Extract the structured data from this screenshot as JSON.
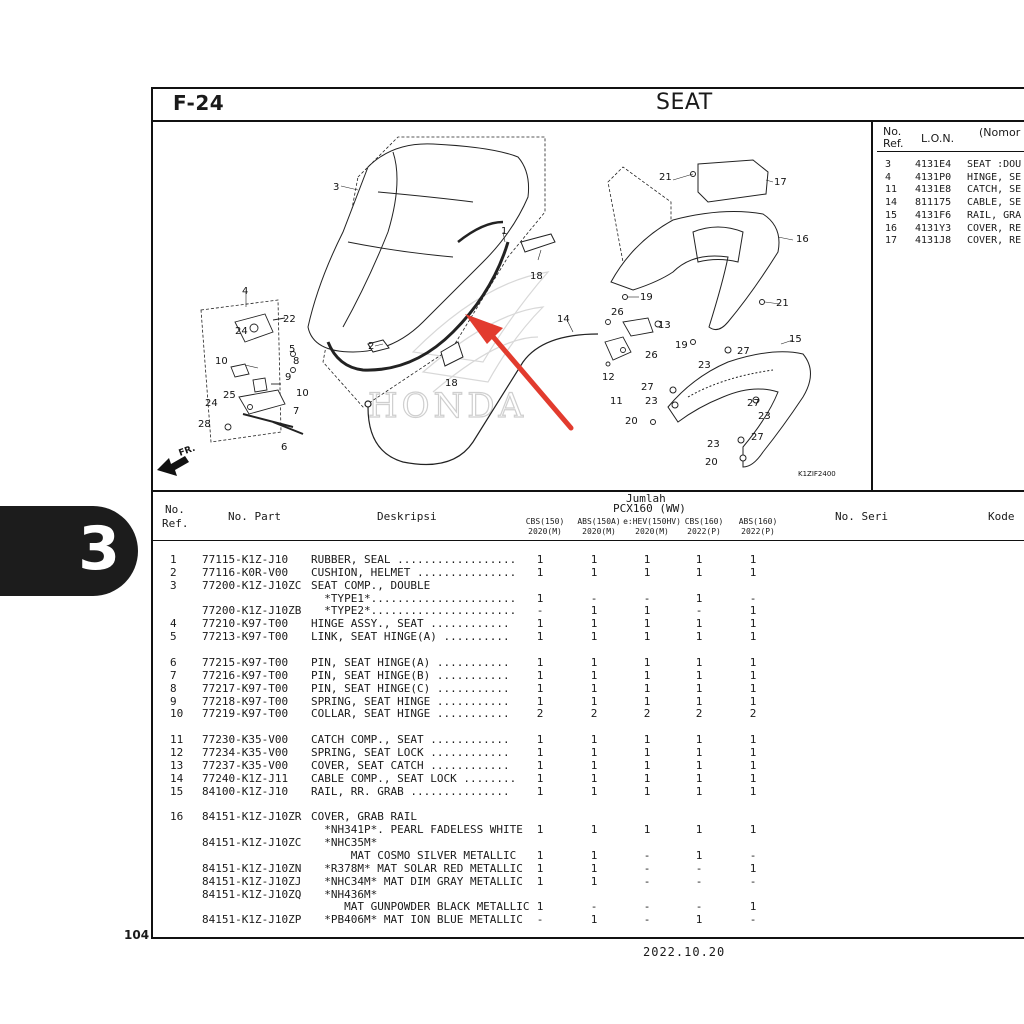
{
  "header": {
    "figure_code": "F-24",
    "title": "SEAT"
  },
  "section_tab": "3",
  "page_number": "104",
  "print_date": "2022.10.20",
  "diagram": {
    "code": "K1ZIF2400",
    "front_label": "FR.",
    "watermark": "HONDA",
    "arrow_color": "#e23b2e",
    "callouts": [
      "1",
      "2",
      "3",
      "4",
      "5",
      "6",
      "7",
      "8",
      "9",
      "10",
      "10",
      "11",
      "12",
      "13",
      "14",
      "15",
      "16",
      "17",
      "18",
      "18",
      "19",
      "19",
      "20",
      "20",
      "21",
      "21",
      "22",
      "23",
      "23",
      "23",
      "23",
      "24",
      "24",
      "25",
      "26",
      "26",
      "27",
      "27",
      "27",
      "27",
      "28"
    ]
  },
  "ref_panel": {
    "headers": {
      "no_ref": "No.\nRef.",
      "lon": "L.O.N.",
      "nomor": "(Nomor"
    },
    "rows": [
      {
        "ref": "3",
        "lon": "4131E4",
        "desc": "SEAT :DOU"
      },
      {
        "ref": "4",
        "lon": "4131P0",
        "desc": "HINGE, SE"
      },
      {
        "ref": "11",
        "lon": "4131E8",
        "desc": "CATCH, SE"
      },
      {
        "ref": "14",
        "lon": "811175",
        "desc": "CABLE, SE"
      },
      {
        "ref": "15",
        "lon": "4131F6",
        "desc": "RAIL, GRA"
      },
      {
        "ref": "16",
        "lon": "4131Y3",
        "desc": "COVER, RE"
      },
      {
        "ref": "17",
        "lon": "4131J8",
        "desc": "COVER, RE"
      }
    ]
  },
  "table": {
    "headers": {
      "no_ref_1": "No.",
      "no_ref_2": "Ref.",
      "part": "No. Part",
      "desc": "Deskripsi",
      "jumlah": "Jumlah",
      "model": "PCX160 (WW)",
      "no_seri": "No. Seri",
      "kode": "Kode"
    },
    "variants": [
      {
        "name": "CBS(150)",
        "year": "2020(M)"
      },
      {
        "name": "ABS(150A)",
        "year": "2020(M)"
      },
      {
        "name": "e:HEV(150HV)",
        "year": "2020(M)"
      },
      {
        "name": "CBS(160)",
        "year": "2022(P)"
      },
      {
        "name": "ABS(160)",
        "year": "2022(P)"
      }
    ],
    "rows": [
      {
        "ref": "1",
        "part": "77115-K1Z-J10",
        "desc": "RUBBER, SEAL ..................",
        "q": [
          "1",
          "1",
          "1",
          "1",
          "1"
        ]
      },
      {
        "ref": "2",
        "part": "77116-K0R-V00",
        "desc": "CUSHION, HELMET ...............",
        "q": [
          "1",
          "1",
          "1",
          "1",
          "1"
        ]
      },
      {
        "ref": "3",
        "part": "77200-K1Z-J10ZC",
        "desc": "SEAT COMP., DOUBLE",
        "q": [
          "",
          "",
          "",
          "",
          ""
        ]
      },
      {
        "ref": "",
        "part": "",
        "desc": "  *TYPE1*......................",
        "q": [
          "1",
          "-",
          "-",
          "1",
          "-"
        ]
      },
      {
        "ref": "",
        "part": "77200-K1Z-J10ZB",
        "desc": "  *TYPE2*......................",
        "q": [
          "-",
          "1",
          "1",
          "-",
          "1"
        ]
      },
      {
        "ref": "4",
        "part": "77210-K97-T00",
        "desc": "HINGE ASSY., SEAT ............",
        "q": [
          "1",
          "1",
          "1",
          "1",
          "1"
        ]
      },
      {
        "ref": "5",
        "part": "77213-K97-T00",
        "desc": "LINK, SEAT HINGE(A) ..........",
        "q": [
          "1",
          "1",
          "1",
          "1",
          "1"
        ]
      },
      {
        "ref": "6",
        "part": "77215-K97-T00",
        "desc": "PIN, SEAT HINGE(A) ...........",
        "q": [
          "1",
          "1",
          "1",
          "1",
          "1"
        ],
        "gap": true
      },
      {
        "ref": "7",
        "part": "77216-K97-T00",
        "desc": "PIN, SEAT HINGE(B) ...........",
        "q": [
          "1",
          "1",
          "1",
          "1",
          "1"
        ]
      },
      {
        "ref": "8",
        "part": "77217-K97-T00",
        "desc": "PIN, SEAT HINGE(C) ...........",
        "q": [
          "1",
          "1",
          "1",
          "1",
          "1"
        ]
      },
      {
        "ref": "9",
        "part": "77218-K97-T00",
        "desc": "SPRING, SEAT HINGE ...........",
        "q": [
          "1",
          "1",
          "1",
          "1",
          "1"
        ]
      },
      {
        "ref": "10",
        "part": "77219-K97-T00",
        "desc": "COLLAR, SEAT HINGE ...........",
        "q": [
          "2",
          "2",
          "2",
          "2",
          "2"
        ]
      },
      {
        "ref": "11",
        "part": "77230-K35-V00",
        "desc": "CATCH COMP., SEAT ............",
        "q": [
          "1",
          "1",
          "1",
          "1",
          "1"
        ],
        "gap": true
      },
      {
        "ref": "12",
        "part": "77234-K35-V00",
        "desc": "SPRING, SEAT LOCK ............",
        "q": [
          "1",
          "1",
          "1",
          "1",
          "1"
        ]
      },
      {
        "ref": "13",
        "part": "77237-K35-V00",
        "desc": "COVER, SEAT CATCH ............",
        "q": [
          "1",
          "1",
          "1",
          "1",
          "1"
        ]
      },
      {
        "ref": "14",
        "part": "77240-K1Z-J11",
        "desc": "CABLE COMP., SEAT LOCK ........",
        "q": [
          "1",
          "1",
          "1",
          "1",
          "1"
        ]
      },
      {
        "ref": "15",
        "part": "84100-K1Z-J10",
        "desc": "RAIL, RR. GRAB ...............",
        "q": [
          "1",
          "1",
          "1",
          "1",
          "1"
        ]
      },
      {
        "ref": "16",
        "part": "84151-K1Z-J10ZR",
        "desc": "COVER, GRAB RAIL",
        "q": [
          "",
          "",
          "",
          "",
          ""
        ],
        "gap": true
      },
      {
        "ref": "",
        "part": "",
        "desc": "  *NH341P*. PEARL FADELESS WHITE",
        "q": [
          "1",
          "1",
          "1",
          "1",
          "1"
        ]
      },
      {
        "ref": "",
        "part": "84151-K1Z-J10ZC",
        "desc": "  *NHC35M*",
        "q": [
          "",
          "",
          "",
          "",
          ""
        ]
      },
      {
        "ref": "",
        "part": "",
        "desc": "      MAT COSMO SILVER METALLIC",
        "q": [
          "1",
          "1",
          "-",
          "1",
          "-"
        ]
      },
      {
        "ref": "",
        "part": "84151-K1Z-J10ZN",
        "desc": "  *R378M* MAT SOLAR RED METALLIC",
        "q": [
          "1",
          "1",
          "-",
          "-",
          "1"
        ]
      },
      {
        "ref": "",
        "part": "84151-K1Z-J10ZJ",
        "desc": "  *NHC34M* MAT DIM GRAY METALLIC",
        "q": [
          "1",
          "1",
          "-",
          "-",
          "-"
        ]
      },
      {
        "ref": "",
        "part": "84151-K1Z-J10ZQ",
        "desc": "  *NH436M*",
        "q": [
          "",
          "",
          "",
          "",
          ""
        ]
      },
      {
        "ref": "",
        "part": "",
        "desc": "     MAT GUNPOWDER BLACK METALLIC",
        "q": [
          "1",
          "-",
          "-",
          "-",
          "1"
        ]
      },
      {
        "ref": "",
        "part": "84151-K1Z-J10ZP",
        "desc": "  *PB406M* MAT ION BLUE METALLIC",
        "q": [
          "-",
          "1",
          "-",
          "1",
          "-"
        ]
      }
    ]
  }
}
